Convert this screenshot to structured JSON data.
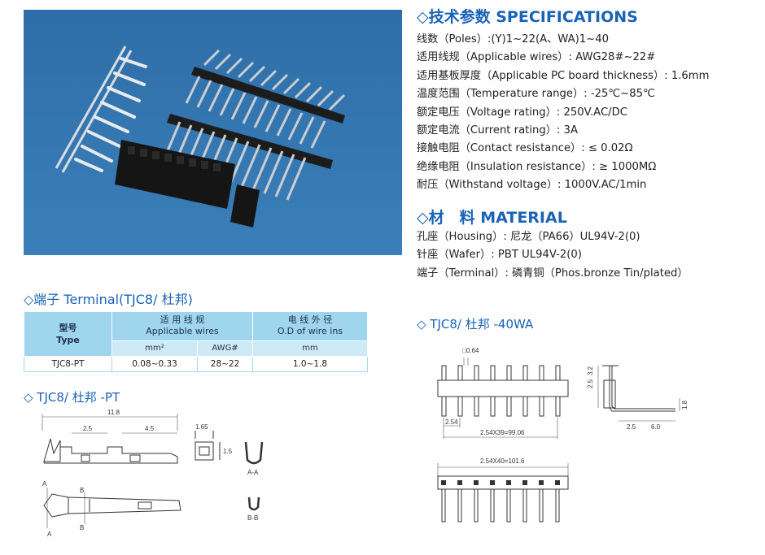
{
  "specifications": {
    "heading": "◇技术参数 SPECIFICATIONS",
    "items": [
      "线数（Poles）:(Y)1~22(A、WA)1~40",
      "适用线规（Applicable wires）: AWG28#~22#",
      "适用基板厚度（Applicable PC board thickness）: 1.6mm",
      "温度范围（Temperature range）: -25℃~85℃",
      "额定电压（Voltage rating）: 250V.AC/DC",
      "额定电流（Current rating）: 3A",
      "接触电阻（Contact resistance）: ≤ 0.02Ω",
      "绝缘电阻（Insulation resistance）: ≥ 1000MΩ",
      "耐压（Withstand voltage）: 1000V.AC/1min"
    ]
  },
  "material": {
    "heading": "◇材　料 MATERIAL",
    "items": [
      "孔座（Housing）: 尼龙（PA66）UL94V-2(0)",
      "针座（Wafer）: PBT UL94V-2(0)",
      "端子（Terminal）: 磷青铜（Phos.bronze Tin/plated）"
    ]
  },
  "terminal_section": {
    "heading": "◇端子 Terminal(TJC8/ 杜邦)",
    "table": {
      "col_type": [
        "型号",
        "Type"
      ],
      "col_wires": [
        "适 用 线 规",
        "Applicable wires"
      ],
      "col_od": [
        "电 线 外 径",
        "O.D of wire ins"
      ],
      "sub_mm2": "mm²",
      "sub_awg": "AWG#",
      "sub_mm": "mm",
      "rows": [
        {
          "type": "TJC8-PT",
          "mm2": "0.08~0.33",
          "awg": "28~22",
          "od": "1.0~1.8"
        }
      ]
    }
  },
  "pt_drawing": {
    "heading": "◇ TJC8/ 杜邦 -PT",
    "dim_total": "11.8",
    "dim_a": "2.5",
    "dim_b": "4.5",
    "dim_w": "1.65",
    "dim_h": "1.5",
    "label_aa": "A-A",
    "label_bb": "B-B",
    "label_a": "A",
    "label_b": "B"
  },
  "wa_drawing": {
    "heading": "◇ TJC8/ 杜邦 -40WA",
    "dim_pin": "□0.64",
    "dim_pitch": "2.54",
    "dim_span": "2.54X39=99.06",
    "dim_total": "2.54X40=101.6",
    "dim_h1": "2.5",
    "dim_h2": "3.2",
    "dim_side_h": "1.8",
    "dim_side_a": "2.5",
    "dim_side_b": "6.0"
  },
  "colors": {
    "accent": "#1a63b6",
    "table_header": "#9fd6ee",
    "photo_bg": "#2f6fa6"
  }
}
